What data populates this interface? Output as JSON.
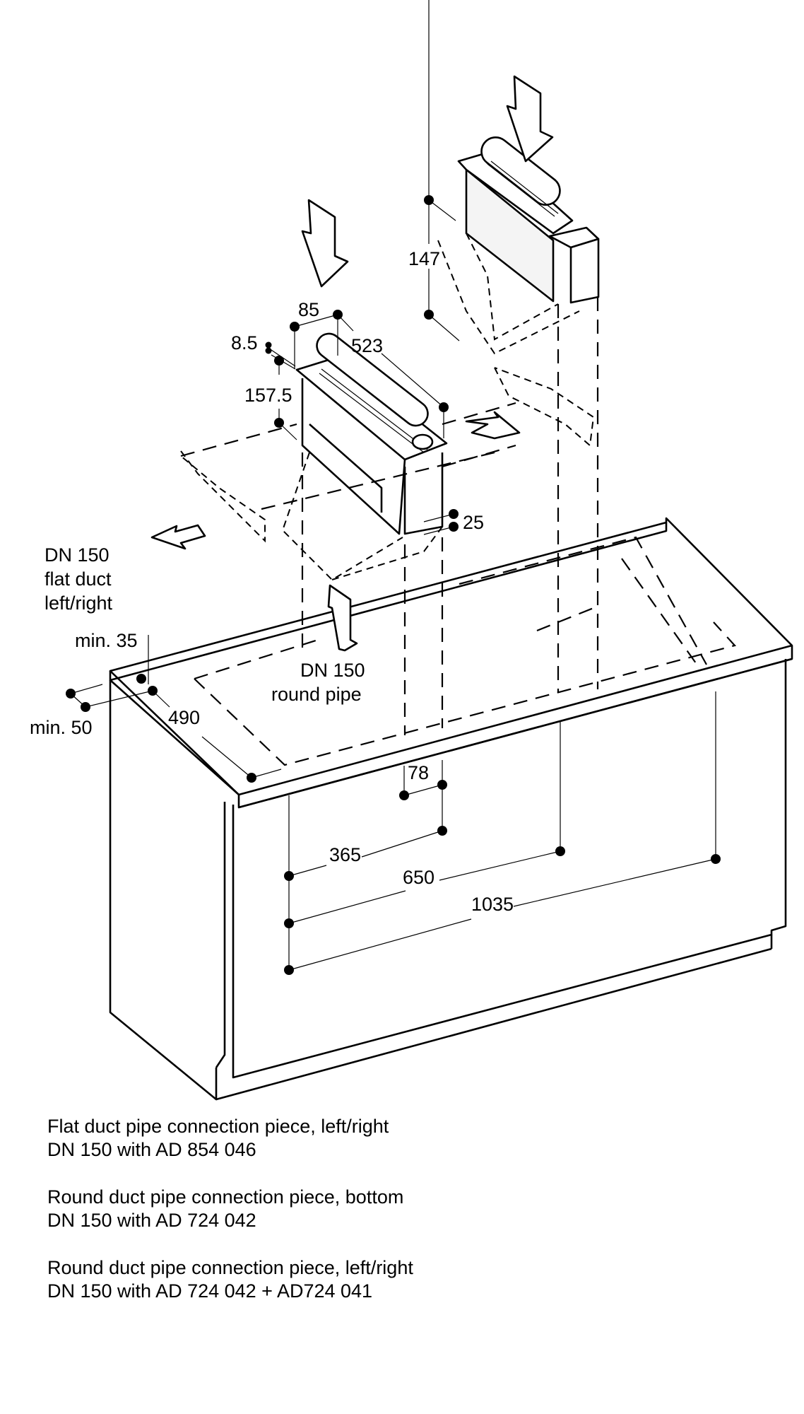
{
  "diagram": {
    "type": "installation-dimension-drawing",
    "dimensions": {
      "d_85": "85",
      "d_523": "523",
      "d_8_5": "8.5",
      "d_157_5": "157.5",
      "d_147": "147",
      "d_25": "25",
      "d_min35": "min. 35",
      "d_min50": "min. 50",
      "d_490": "490",
      "d_78": "78",
      "d_365": "365",
      "d_650": "650",
      "d_1035": "1035"
    },
    "labels": {
      "flat_duct_line1": "DN 150",
      "flat_duct_line2": "flat duct",
      "flat_duct_line3": "left/right",
      "round_pipe_line1": "DN 150",
      "round_pipe_line2": "round pipe"
    },
    "icons": [
      "airflow-arrow-down",
      "airflow-arrow-left",
      "airflow-arrow-right",
      "airflow-arrow-bottom"
    ]
  },
  "notes": [
    {
      "line1": "Flat duct pipe connection piece, left/right",
      "line2": "DN 150 with AD 854 046"
    },
    {
      "line1": "Round duct pipe connection piece, bottom",
      "line2": "DN 150 with AD 724 042"
    },
    {
      "line1": "Round duct pipe connection piece, left/right",
      "line2": "DN 150 with AD 724 042 + AD724 041"
    }
  ]
}
